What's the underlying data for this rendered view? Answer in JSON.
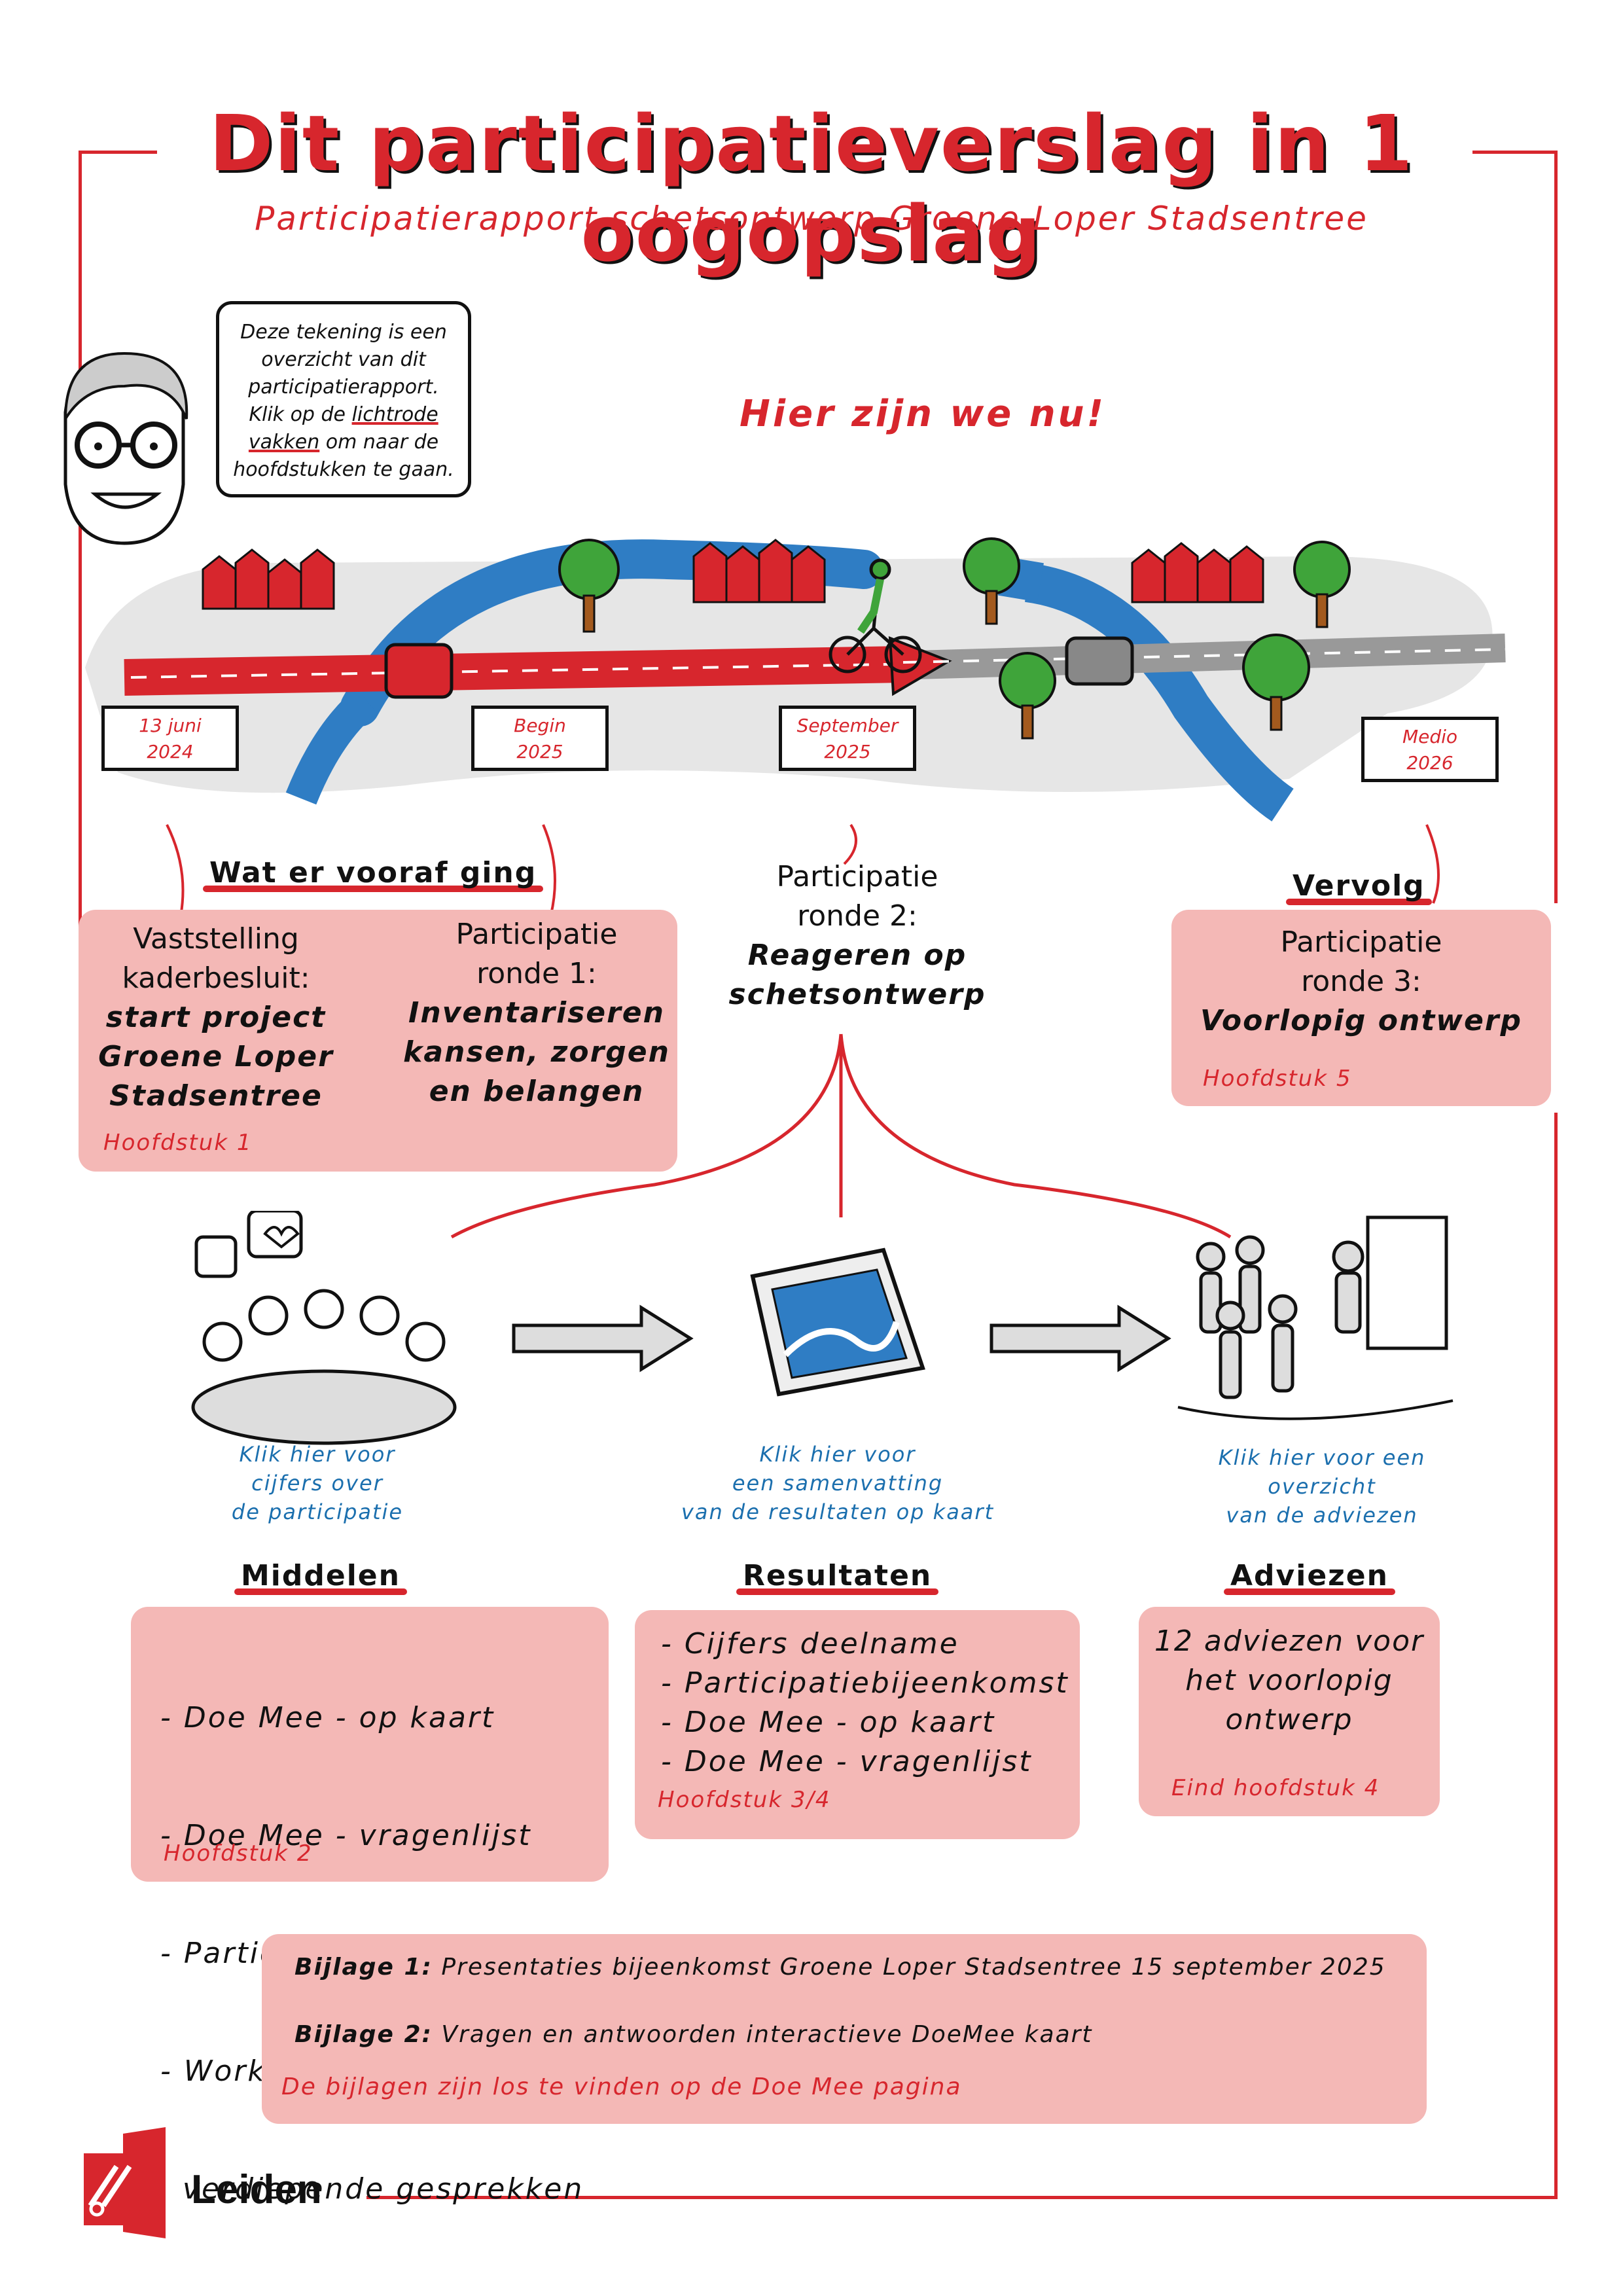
{
  "title": "Dit participatieverslag in 1 oogopslag",
  "subtitle": "Participatierapport schetsontwerp Groene Loper Stadsentree",
  "intro_bubble": {
    "line1": "Deze tekening is een",
    "line2": "overzicht van dit",
    "line3": "participatierapport.",
    "line4a": "Klik op de ",
    "line4b": "lichtrode",
    "line5a": "vakken",
    "line5b": " om naar de",
    "line6": "hoofdstukken te gaan."
  },
  "here_label": "Hier zijn we nu!",
  "timeline": {
    "signs": [
      {
        "line1": "13 juni",
        "line2": "2024"
      },
      {
        "line1": "Begin",
        "line2": "2025"
      },
      {
        "line1": "September",
        "line2": "2025"
      },
      {
        "line1": "Medio",
        "line2": "2026"
      }
    ]
  },
  "sections": {
    "before_heading": "Wat er vooraf ging",
    "next_heading": "Vervolg"
  },
  "box_kader": {
    "line1": "Vaststelling",
    "line2": "kaderbesluit:",
    "bold1": "start project",
    "bold2": "Groene Loper",
    "bold3": "Stadsentree",
    "chapter": "Hoofdstuk 1"
  },
  "box_ronde1": {
    "line1": "Participatie",
    "line2": "ronde 1:",
    "bold1": "Inventariseren",
    "bold2": "kansen, zorgen",
    "bold3": "en belangen"
  },
  "ronde2": {
    "line1": "Participatie",
    "line2": "ronde 2:",
    "bold1": "Reageren op",
    "bold2": "schetsontwerp"
  },
  "box_ronde3": {
    "line1": "Participatie",
    "line2": "ronde 3:",
    "bold1": "Voorlopig ontwerp",
    "chapter": "Hoofdstuk 5"
  },
  "clicks": [
    {
      "line1": "Klik hier voor",
      "line2": "cijfers over",
      "line3": "de participatie"
    },
    {
      "line1": "Klik hier voor",
      "line2": "een samenvatting",
      "line3": "van de resultaten op kaart"
    },
    {
      "line1": "Klik hier voor een",
      "line2": "overzicht",
      "line3": "van de adviezen"
    }
  ],
  "middelen": {
    "heading": "Middelen",
    "items": [
      "- Doe Mee - op kaart",
      "- Doe Mee - vragenlijst",
      "- Participatiebijeenkomst",
      "- Workshops en",
      "  verdiepende gesprekken"
    ],
    "chapter": "Hoofdstuk 2"
  },
  "resultaten": {
    "heading": "Resultaten",
    "items": [
      "- Cijfers deelname",
      "- Participatiebijeenkomst",
      "- Doe Mee - op kaart",
      "- Doe Mee - vragenlijst"
    ],
    "chapter": "Hoofdstuk 3/4"
  },
  "adviezen": {
    "heading": "Adviezen",
    "line1": "12 adviezen voor",
    "line2": "het voorlopig",
    "line3": "ontwerp",
    "chapter": "Eind hoofdstuk 4"
  },
  "bijlagen": {
    "b1_label": "Bijlage 1:",
    "b1_text": " Presentaties bijeenkomst Groene Loper Stadsentree 15 september 2025",
    "b2_label": "Bijlage 2:",
    "b2_text": " Vragen en antwoorden interactieve DoeMee kaart",
    "note": "De bijlagen zijn los te vinden op de Doe Mee pagina"
  },
  "logo_text": "Leiden",
  "colors": {
    "accent": "#d7262d",
    "box": "#f4b8b6",
    "link": "#1b6fae",
    "road": "#e6e6e6",
    "river": "#2f7dc4",
    "tree": "#3fa43a"
  }
}
